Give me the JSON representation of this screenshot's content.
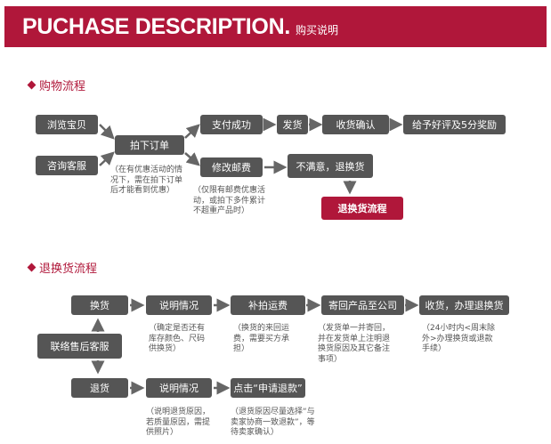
{
  "header": {
    "title": "PUCHASE DESCRIPTION.",
    "subtitle": "购买说明"
  },
  "shopping": {
    "title": "购物流程",
    "browse": "浏览宝贝",
    "consult": "咨询客服",
    "order": "拍下订单",
    "pay_success": "支付成功",
    "ship": "发货",
    "confirm_receipt": "收货确认",
    "rate": "给予好评及5分奖励",
    "modify_shipping": "修改邮费",
    "unsatisfied": "不满意，退换货",
    "return_flow": "退换货流程",
    "note_order": "（在有优惠活动的情\n况下，需在拍下订单\n后才能看到优惠）",
    "note_shipping": "（仅限有邮费优惠活\n动，或拍下多件累计\n不超重产品时）"
  },
  "returns": {
    "title": "退换货流程",
    "exchange": "换货",
    "contact": "联络售后客服",
    "refund": "退货",
    "explain_ex": "说明情况",
    "pay_ship": "补拍运费",
    "send_back": "寄回产品至公司",
    "receive": "收货，办理退换货",
    "explain_ref": "说明情况",
    "apply_refund": "点击“申请退款”",
    "note_ex_explain": "（确定是否还有\n库存颜色、尺码\n供换货）",
    "note_pay_ship": "（换货的来回运\n费，需要买方承\n担）",
    "note_send_back": "（发货单一并寄回，\n并在发货单上注明退\n换货原因及其它备注\n事项）",
    "note_receive": "（24小时内<周末除\n外>办理换货或退款\n手续）",
    "note_ref_explain": "（说明退货原因，\n若质量原因，需提\n供照片）",
    "note_apply": "（退货原因尽量选择“与\n卖家协商一致退款”，等\n待卖家确认）"
  },
  "colors": {
    "accent": "#b0173a",
    "box": "#555555",
    "arrow": "#666666"
  }
}
